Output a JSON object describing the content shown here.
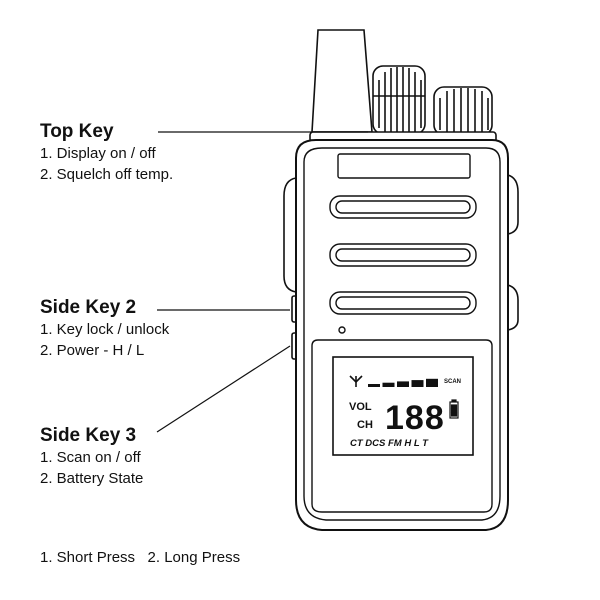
{
  "annotations": {
    "top_key": {
      "title": "Top Key",
      "items": [
        "1. Display on / off",
        "2. Squelch off temp."
      ]
    },
    "side_key_2": {
      "title": "Side Key 2",
      "items": [
        "1. Key lock / unlock",
        "2. Power - H / L"
      ]
    },
    "side_key_3": {
      "title": "Side Key 3",
      "items": [
        "1. Scan on / off",
        "2. Battery State"
      ]
    }
  },
  "legend": "1. Short Press   2. Long Press",
  "lcd": {
    "scan_label": "SCAN",
    "vol_label": "VOL",
    "ch_label": "CH",
    "digits": "188",
    "indicators": "CT DCS FM H L T",
    "signal_bars": 5
  },
  "colors": {
    "line": "#111111",
    "background": "#ffffff"
  }
}
